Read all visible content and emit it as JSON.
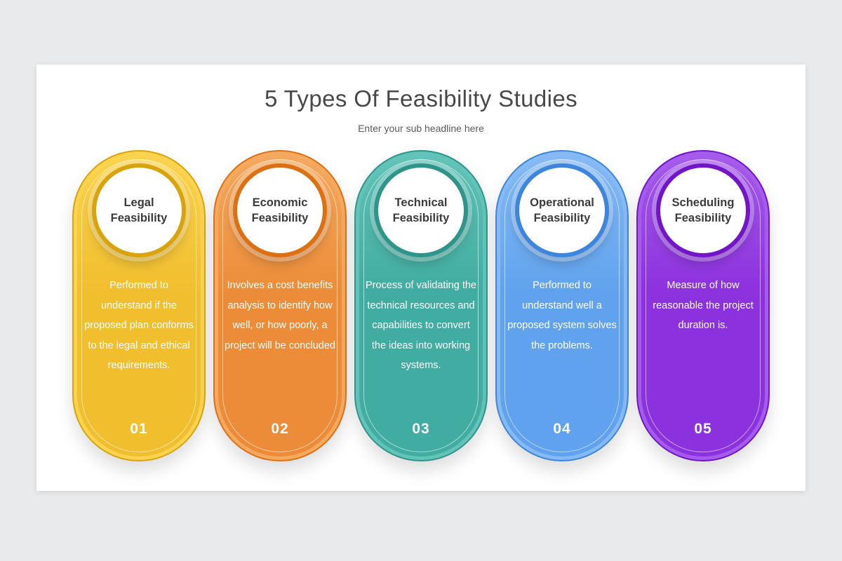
{
  "slide": {
    "title": "5 Types Of Feasibility Studies",
    "subtitle": "Enter your sub headline here"
  },
  "cards": [
    {
      "number": "01",
      "title": "Legal Feasibility",
      "description": "Performed to understand if the proposed plan conforms to the legal and ethical requirements.",
      "colors": {
        "main": "#F1BE2E",
        "light": "#FBD34E",
        "dark": "#D9A40B"
      }
    },
    {
      "number": "02",
      "title": "Economic Feasibility",
      "description": "Involves a cost benefits analysis to identify how well, or how poorly, a project will be concluded",
      "colors": {
        "main": "#EC8C38",
        "light": "#F4A95E",
        "dark": "#DE7014"
      }
    },
    {
      "number": "03",
      "title": "Technical Feasibility",
      "description": "Process of validating the technical resources and capabilities to convert the ideas into working systems.",
      "colors": {
        "main": "#41ACA1",
        "light": "#62C3B9",
        "dark": "#2F958B"
      }
    },
    {
      "number": "04",
      "title": "Operational Feasibility",
      "description": "Performed to understand well a proposed system solves the problems.",
      "colors": {
        "main": "#60A2EE",
        "light": "#85BAF4",
        "dark": "#3E85DD"
      }
    },
    {
      "number": "05",
      "title": "Scheduling Feasibility",
      "description": "Measure of how reasonable the project duration is.",
      "colors": {
        "main": "#8C31DE",
        "light": "#A55BEB",
        "dark": "#7214C8"
      }
    }
  ]
}
